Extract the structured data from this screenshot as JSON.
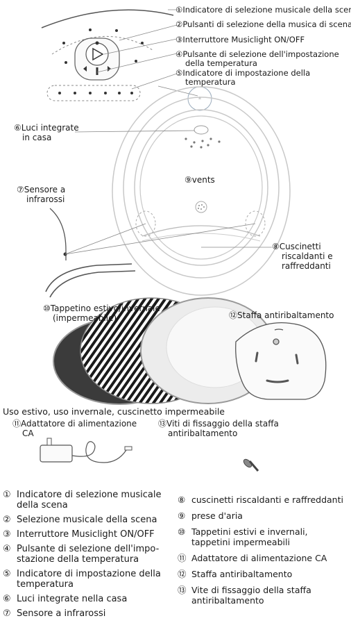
{
  "callouts": {
    "c1": {
      "num": "①",
      "text": "Indicatore di selezione musicale della scena"
    },
    "c2": {
      "num": "②",
      "text": "Pulsanti di selezione della musica di scena"
    },
    "c3": {
      "num": "③",
      "text": "Interruttore Musiclight ON/OFF"
    },
    "c4": {
      "num": "④",
      "text_a": "Pulsante di selezione dell'impostazione",
      "text_b": "della temperatura"
    },
    "c5": {
      "num": "⑤",
      "text_a": "Indicatore di impostazione della",
      "text_b": "temperatura"
    },
    "c6": {
      "num": "⑥",
      "text_a": "Luci integrate",
      "text_b": "in casa"
    },
    "c7": {
      "num": "⑦",
      "text_a": "Sensore a",
      "text_b": "infrarossi"
    },
    "c8": {
      "num": "⑧",
      "text_a": "Cuscinetti",
      "text_b": "riscaldanti e",
      "text_c": "raffreddanti"
    },
    "c9": {
      "num": "⑨",
      "text": "vents"
    },
    "c10": {
      "num": "⑩",
      "text_a": "Tappetino estivo/invernale",
      "text_b": "(impermeabile)"
    },
    "c11": {
      "num": "⑪",
      "text_a": "Adattatore di alimentazione",
      "text_b": "CA"
    },
    "c12": {
      "num": "⑫",
      "text": "Staffa antiribaltamento"
    },
    "c13": {
      "num": "⑬",
      "text_a": "Viti di fissaggio della staffa",
      "text_b": "antiribaltamento"
    }
  },
  "mat_caption": "Uso estivo, uso invernale, cuscinetto impermeabile",
  "legend_left": [
    {
      "num": "①",
      "text": "Indicatore di selezione musicale della scena"
    },
    {
      "num": "②",
      "text": "Selezione musicale della scena"
    },
    {
      "num": "③",
      "text": "Interruttore Musiclight ON/OFF"
    },
    {
      "num": "④",
      "text": "Pulsante di selezione dell'impo-stazione della temperatura"
    },
    {
      "num": "⑤",
      "text": "Indicatore di impostazione della temperatura"
    },
    {
      "num": "⑥",
      "text": "Luci integrate nella casa"
    },
    {
      "num": "⑦",
      "text": "Sensore a infrarossi"
    }
  ],
  "legend_right": [
    {
      "num": "⑧",
      "text": "cuscinetti riscaldanti e raffreddanti"
    },
    {
      "num": "⑨",
      "text": "prese d'aria"
    },
    {
      "num": "⑩",
      "text": "Tappetini estivi e invernali, tappetini impermeabili"
    },
    {
      "num": "⑪",
      "text": "Adattatore di alimentazione CA"
    },
    {
      "num": "⑫",
      "text": "Staffa antiribaltamento"
    },
    {
      "num": "⑬",
      "text": "Vite di fissaggio della staffa antiribaltamento"
    }
  ],
  "colors": {
    "line": "#8a8a8a",
    "light_line": "#c8c8c8",
    "mat_dark": "#3a3a3a",
    "mat_light": "#d9d9d9"
  }
}
